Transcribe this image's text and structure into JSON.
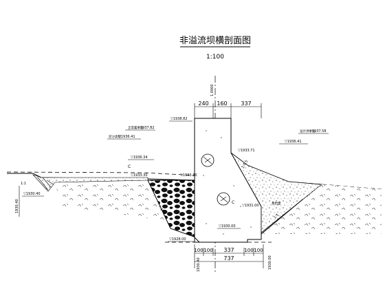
{
  "drawing": {
    "title": "非溢流坝横剖面图",
    "scale": "1:100"
  },
  "dimensions": {
    "top_left": "240",
    "top_middle": "160",
    "top_right": "337",
    "bottom_a": "100",
    "bottom_b": "100",
    "bottom_middle": "337",
    "bottom_c": "100",
    "bottom_d": "100",
    "bottom_total": "737"
  },
  "labels": {
    "crest_elevation": "▽1938.82",
    "normal_pool_label": "正常蓄水位",
    "normal_pool_elev": "▽1937.82",
    "design_flood_label": "设计洪水位",
    "design_flood_elev": "▽1937.58",
    "left_level_elev": "▽1936.41",
    "left_level_label": "淤沙高程",
    "right_level_elev": "▽1936.41",
    "left_pool": "▽1936.34",
    "slope_ratio": "1:0.5",
    "mid_elev": "▽1933.71",
    "left_base": "▽1933.30",
    "left_ground": "▽1930.40",
    "right_mid": "▽1931.00",
    "bedrock_label": "基岩面",
    "lower_elev": "▽1930.00",
    "base_elev": "▽1928.00",
    "vertical_dim": "1.0000",
    "left_small": "1:1",
    "point_c_left": "C",
    "point_c_right": "C",
    "left_vertical": "1930.40",
    "right_vertical": "1930.00",
    "cut_label_left": "1:1",
    "cut_label_right": "1:1"
  }
}
